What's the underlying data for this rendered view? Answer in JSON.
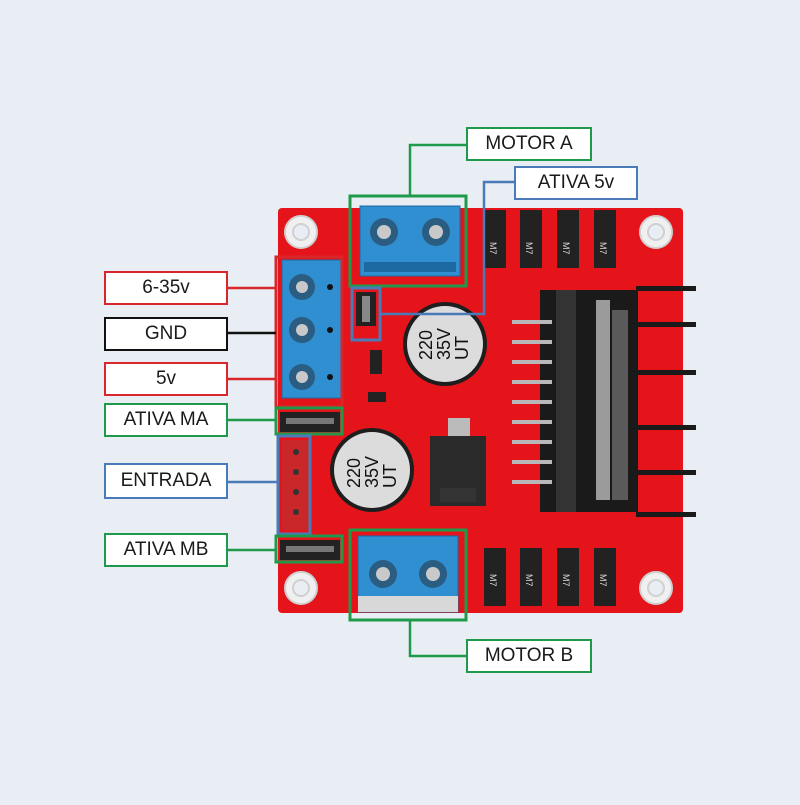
{
  "labels": {
    "motor_a": "MOTOR A",
    "ativa_5v": "ATIVA 5v",
    "v6_35": "6-35v",
    "gnd": "GND",
    "v5": "5v",
    "ativa_ma": "ATIVA MA",
    "entrada": "ENTRADA",
    "ativa_mb": "ATIVA MB",
    "motor_b": "MOTOR B"
  },
  "board": {
    "cap_top_value": "220",
    "cap_top_voltage": "35V",
    "cap_top_series": "UT",
    "cap_left_value": "220",
    "cap_left_voltage": "35V",
    "cap_left_series": "UT",
    "diode_mark": "M7"
  },
  "colors": {
    "board": "#e4141a",
    "terminal": "#2f8fd0",
    "power_group": "#d8262b",
    "gnd_label": "#111111",
    "enable_group": "#1f9a4a",
    "input_group": "#4a7bb8",
    "background": "#e9edf4"
  }
}
